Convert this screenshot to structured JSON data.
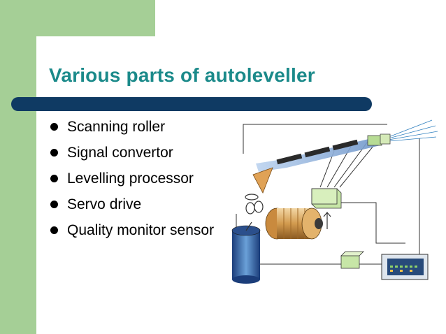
{
  "slide": {
    "title": "Various parts of autoleveller",
    "bullets": [
      "Scanning roller",
      "Signal convertor",
      "Levelling processor",
      "Servo drive",
      "Quality monitor sensor"
    ]
  },
  "colors": {
    "accent_green": "#a5cf96",
    "title_teal": "#1b8a8a",
    "rule_navy": "#0f3a63"
  },
  "figure": {
    "icon": "autoleveller-diagram"
  }
}
